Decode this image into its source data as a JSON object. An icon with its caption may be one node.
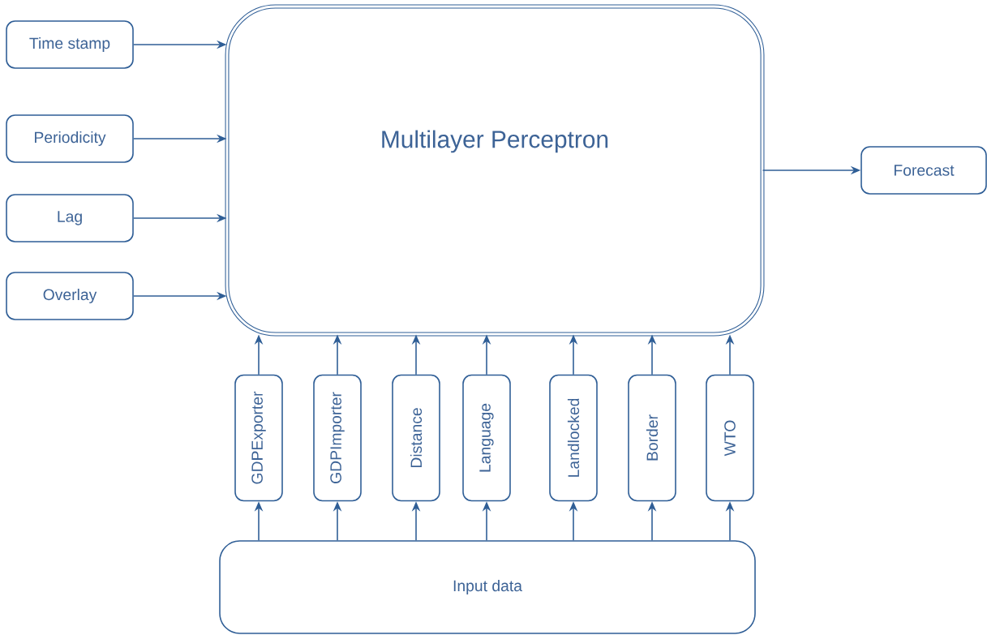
{
  "diagram": {
    "nodes": [
      {
        "text": [
          "Time stamp"
        ]
      },
      {
        "text": [
          "Periodicity"
        ]
      },
      {
        "text": [
          "Lag"
        ]
      },
      {
        "text": [
          "Overlay"
        ]
      },
      {
        "text": [
          "Multilayer Perceptron"
        ]
      },
      {
        "text": [
          "Forecast"
        ]
      },
      {
        "text": [
          "GDPExporter"
        ]
      },
      {
        "text": [
          "GDPImporter"
        ]
      },
      {
        "text": [
          "Distance"
        ]
      },
      {
        "text": [
          "Language"
        ]
      },
      {
        "text": [
          "Landlocked"
        ]
      },
      {
        "text": [
          "Border"
        ]
      },
      {
        "text": [
          "WTO"
        ]
      },
      {
        "text": [
          "Input data"
        ]
      }
    ],
    "edges": [
      {
        "from": 0,
        "to": 4,
        "arrow": "to"
      },
      {
        "from": 1,
        "to": 4,
        "arrow": "to"
      },
      {
        "from": 2,
        "to": 4,
        "arrow": "to"
      },
      {
        "from": 3,
        "to": 4,
        "arrow": "to"
      },
      {
        "from": 4,
        "to": 5,
        "arrow": "to"
      },
      {
        "from": 6,
        "to": 4,
        "arrow": "to"
      },
      {
        "from": 7,
        "to": 4,
        "arrow": "to"
      },
      {
        "from": 8,
        "to": 4,
        "arrow": "to"
      },
      {
        "from": 9,
        "to": 4,
        "arrow": "to"
      },
      {
        "from": 10,
        "to": 4,
        "arrow": "to"
      },
      {
        "from": 11,
        "to": 4,
        "arrow": "to"
      },
      {
        "from": 12,
        "to": 4,
        "arrow": "to"
      },
      {
        "from": 13,
        "to": 6,
        "arrow": "to"
      },
      {
        "from": 13,
        "to": 7,
        "arrow": "to"
      },
      {
        "from": 13,
        "to": 8,
        "arrow": "to"
      },
      {
        "from": 13,
        "to": 9,
        "arrow": "to"
      },
      {
        "from": 13,
        "to": 10,
        "arrow": "to"
      },
      {
        "from": 13,
        "to": 11,
        "arrow": "to"
      },
      {
        "from": 13,
        "to": 12,
        "arrow": "to"
      }
    ]
  }
}
